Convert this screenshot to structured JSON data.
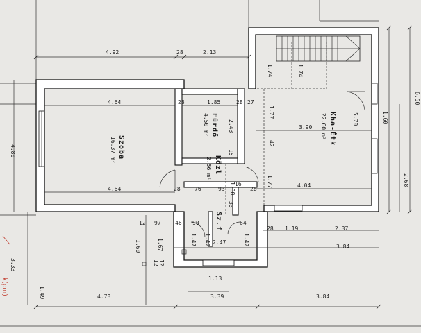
{
  "colors": {
    "paper": "#e9e8e5",
    "ink": "#111111",
    "red": "#c0392b"
  },
  "rooms": {
    "szoba": {
      "name": "Szoba",
      "area": "16.37 m²"
    },
    "furdo": {
      "name": "Fürdő",
      "area": "4.50 m²"
    },
    "kozl": {
      "name": "Közl",
      "area": "2.56 m²"
    },
    "khaetk": {
      "name": "Kha-Étk",
      "area": "22.60 m²"
    },
    "szf": {
      "name": "Sz.f"
    }
  },
  "dims": {
    "top_left": "4.92",
    "top_28": "28",
    "top_213": "2.13",
    "szoba_top": "4.64",
    "furdo_28": "28",
    "furdo_185": "1.85",
    "furdo_28b": "28",
    "furdo_27": "27",
    "kha_174a": "1.74",
    "kha_174b": "1.74",
    "kha_177a": "1.77",
    "kha_390": "3.90",
    "kha_42": "42",
    "kha_177b": "1.77",
    "kha_404": "4.04",
    "right_570": "5.70",
    "right_160": "1.60",
    "right_650": "6.50",
    "right_268": "2.68",
    "furdo_243": "2.43",
    "furdo_15": "15",
    "szoba_bottom": "4.64",
    "b_28": "28",
    "b_76": "76",
    "b_93": "93",
    "b_138": "1.38",
    "b_16": "16",
    "b_28b": "28",
    "left_480": "4.80",
    "sf_12": "12",
    "sf_97": "97",
    "sf_46": "46",
    "sf_90": "90",
    "sf_33": "33",
    "sf_64": "64",
    "sf_28": "28",
    "sf_119": "1.19",
    "sf_237": "2.37",
    "sf_160": "1.60",
    "sf_167": "1.67",
    "sf_147a": "1.47",
    "sf_247": "2.47",
    "sf_147b": "1.47",
    "sf_147c": "1.47",
    "sf_384": "3.84",
    "sf_12b": "12",
    "sf_12c": "12",
    "left_333": "3.33",
    "left_149": "1.49",
    "bottom_113": "1.13",
    "bottom_478": "4.78",
    "bottom_339": "3.39",
    "bottom_384": "3.84"
  },
  "margin_note": "k(pm)"
}
